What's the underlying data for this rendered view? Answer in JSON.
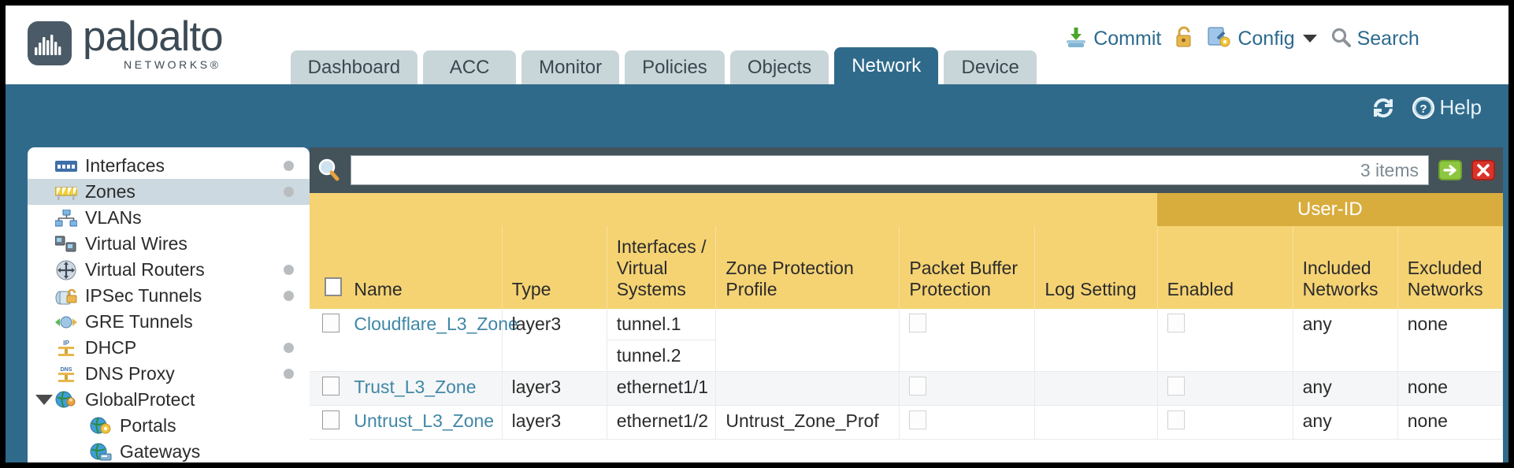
{
  "brand": {
    "name": "paloalto",
    "sub": "NETWORKS",
    "registered": "®"
  },
  "tabs": [
    {
      "label": "Dashboard",
      "active": false
    },
    {
      "label": "ACC",
      "active": false
    },
    {
      "label": "Monitor",
      "active": false
    },
    {
      "label": "Policies",
      "active": false
    },
    {
      "label": "Objects",
      "active": false
    },
    {
      "label": "Network",
      "active": true
    },
    {
      "label": "Device",
      "active": false
    }
  ],
  "top_actions": {
    "commit": "Commit",
    "lock_icon": "lock-icon",
    "config": "Config",
    "search": "Search"
  },
  "band": {
    "refresh_icon": "refresh-icon",
    "help": "Help"
  },
  "sidebar": {
    "items": [
      {
        "label": "Interfaces",
        "icon": "interfaces-icon",
        "selected": false,
        "dot": true,
        "child": false,
        "expander": false
      },
      {
        "label": "Zones",
        "icon": "zones-icon",
        "selected": true,
        "dot": true,
        "child": false,
        "expander": false
      },
      {
        "label": "VLANs",
        "icon": "vlans-icon",
        "selected": false,
        "dot": false,
        "child": false,
        "expander": false
      },
      {
        "label": "Virtual Wires",
        "icon": "virtual-wires-icon",
        "selected": false,
        "dot": false,
        "child": false,
        "expander": false
      },
      {
        "label": "Virtual Routers",
        "icon": "virtual-routers-icon",
        "selected": false,
        "dot": true,
        "child": false,
        "expander": false
      },
      {
        "label": "IPSec Tunnels",
        "icon": "ipsec-tunnels-icon",
        "selected": false,
        "dot": true,
        "child": false,
        "expander": false
      },
      {
        "label": "GRE Tunnels",
        "icon": "gre-tunnels-icon",
        "selected": false,
        "dot": false,
        "child": false,
        "expander": false
      },
      {
        "label": "DHCP",
        "icon": "dhcp-icon",
        "selected": false,
        "dot": true,
        "child": false,
        "expander": false
      },
      {
        "label": "DNS Proxy",
        "icon": "dns-proxy-icon",
        "selected": false,
        "dot": true,
        "child": false,
        "expander": false
      },
      {
        "label": "GlobalProtect",
        "icon": "globalprotect-icon",
        "selected": false,
        "dot": false,
        "child": false,
        "expander": true
      },
      {
        "label": "Portals",
        "icon": "portals-icon",
        "selected": false,
        "dot": false,
        "child": true,
        "expander": false
      },
      {
        "label": "Gateways",
        "icon": "gateways-icon",
        "selected": false,
        "dot": false,
        "child": true,
        "expander": false
      }
    ]
  },
  "search": {
    "value": "",
    "placeholder": "",
    "items_count": "3 items",
    "apply_icon": "green-arrow-icon",
    "clear_icon": "red-x-icon",
    "magnifier_icon": "search-icon"
  },
  "table": {
    "group_header": "User-ID",
    "columns": [
      "Name",
      "Type",
      "Interfaces / Virtual Systems",
      "Zone Protection Profile",
      "Packet Buffer Protection",
      "Log Setting",
      "Enabled",
      "Included Networks",
      "Excluded Networks"
    ],
    "rows": [
      {
        "name": "Cloudflare_L3_Zone",
        "type": "layer3",
        "interfaces": [
          "tunnel.1",
          "tunnel.2"
        ],
        "zone_protection_profile": "",
        "packet_buffer_protection": false,
        "log_setting": "",
        "user_id_enabled": false,
        "included_networks": "any",
        "excluded_networks": "none"
      },
      {
        "name": "Trust_L3_Zone",
        "type": "layer3",
        "interfaces": [
          "ethernet1/1"
        ],
        "zone_protection_profile": "",
        "packet_buffer_protection": false,
        "log_setting": "",
        "user_id_enabled": false,
        "included_networks": "any",
        "excluded_networks": "none"
      },
      {
        "name": "Untrust_L3_Zone",
        "type": "layer3",
        "interfaces": [
          "ethernet1/2"
        ],
        "zone_protection_profile": "Untrust_Zone_Prof",
        "packet_buffer_protection": false,
        "log_setting": "",
        "user_id_enabled": false,
        "included_networks": "any",
        "excluded_networks": "none"
      }
    ]
  },
  "colors": {
    "brand_blue": "#2f6a8b",
    "dark_slate": "#44525a",
    "header_gold": "#f5d373",
    "group_gold": "#d8ad3d",
    "tab_grey": "#c9d6d9",
    "link_teal": "#3f87a6"
  }
}
